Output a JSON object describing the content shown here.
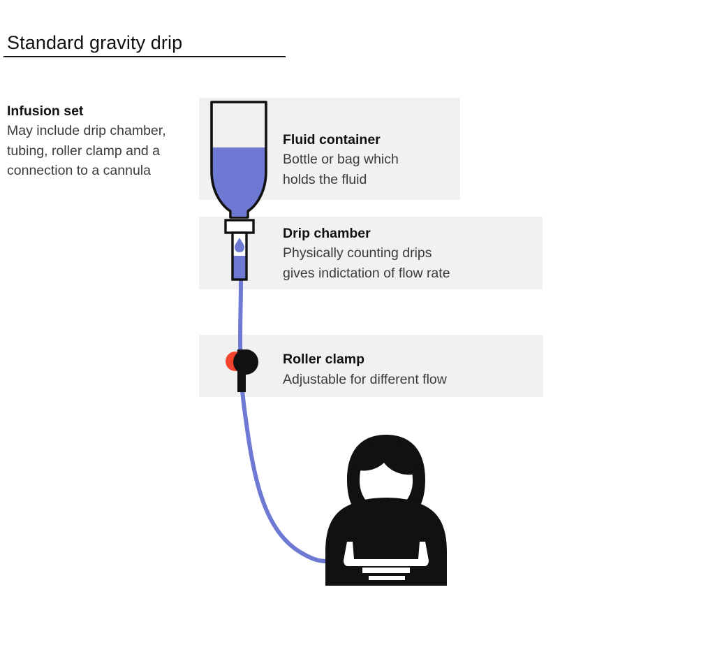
{
  "title": "Standard gravity drip",
  "infusion_set": {
    "heading": "Infusion set",
    "body": "May include drip chamber, tubing, roller clamp and a connection to a cannula"
  },
  "callouts": [
    {
      "id": "fluid-container",
      "heading": "Fluid container",
      "body": "Bottle or bag which\nholds the fluid"
    },
    {
      "id": "drip-chamber",
      "heading": "Drip chamber",
      "body": "Physically counting drips\ngives indictation of flow rate"
    },
    {
      "id": "roller-clamp",
      "heading": "Roller clamp",
      "body": "Adjustable for different flow"
    }
  ],
  "illustration": {
    "parts": [
      "fluid-bottle",
      "bottle-neck",
      "drip-chamber-cap",
      "drip-chamber-body",
      "falling-drop",
      "iv-tubing",
      "roller-clamp-wheel",
      "roller-clamp-body",
      "patient-figure"
    ]
  },
  "colors": {
    "fluid_blue": "#6e79d4",
    "tubing_blue": "#6e79d4",
    "clamp_red": "#f4442e",
    "outline_black": "#111111",
    "panel_gray": "#f1f1f1",
    "body_text": "#3b3b3b",
    "background": "#ffffff"
  }
}
